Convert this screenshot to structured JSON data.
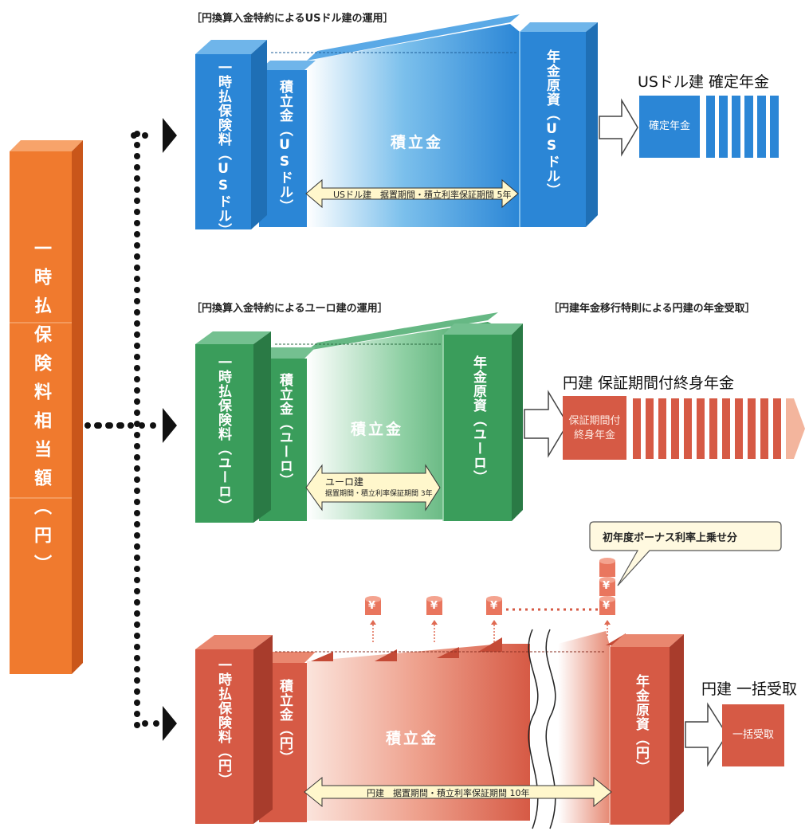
{
  "premium_column": {
    "label": "一時払保険料相当額（円）",
    "color": "#f07a2e"
  },
  "usd": {
    "caption": "［円換算入金特約によるUSドル建の運用］",
    "premium": "一時払保険料（USドル）",
    "reserve": "積立金（USドル）",
    "growth": "積立金",
    "principal": "年金原資（USドル）",
    "period": "USドル建　据置期間・積立利率保証期間 5年",
    "output_title": "USドル建 確定年金",
    "output_box": "確定年金",
    "color": "#2b86d6"
  },
  "euro": {
    "caption": "［円換算入金特約によるユーロ建の運用］",
    "caption_right": "［円建年金移行特則による円建の年金受取］",
    "premium": "一時払保険料（ユーロ）",
    "reserve": "積立金（ユーロ）",
    "growth": "積立金",
    "principal": "年金原資（ユーロ）",
    "period_line1": "ユーロ建",
    "period_line2": "据置期間・積立利率保証期間 3年",
    "output_title": "円建 保証期間付終身年金",
    "output_box_line1": "保証期間付",
    "output_box_line2": "終身年金",
    "color": "#3a9d5b"
  },
  "yen": {
    "premium": "一時払保険料（円）",
    "reserve": "積立金（円）",
    "growth": "積立金",
    "principal": "年金原資（円）",
    "period": "円建　据置期間・積立利率保証期間 10年",
    "bonus_callout": "初年度ボーナス利率上乗せ分",
    "yen_symbol": "¥",
    "output_title": "円建 一括受取",
    "output_box": "一括受取",
    "color": "#d65a45"
  }
}
